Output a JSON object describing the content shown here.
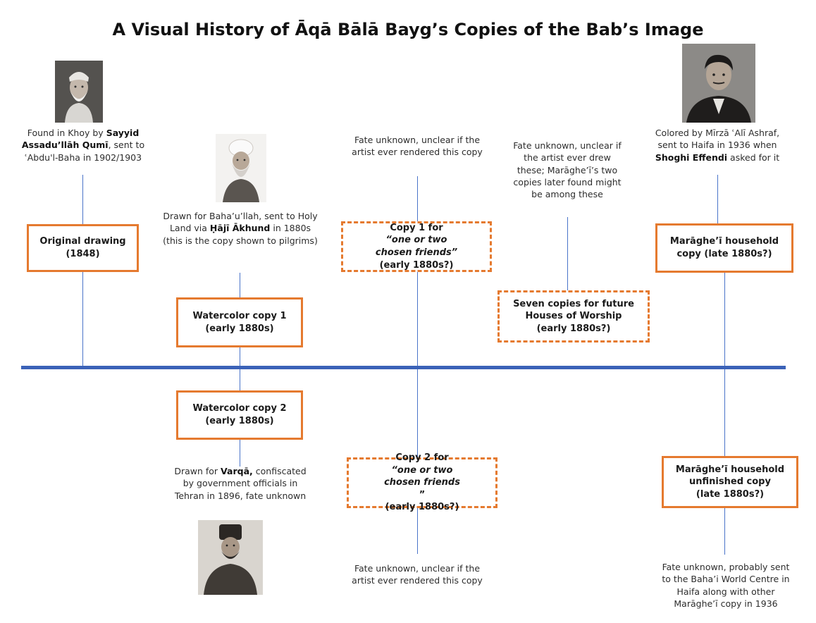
{
  "title": "A  Visual History of Āqā Bālā Bayg’s Copies of the Bab’s Image",
  "colors": {
    "box_border": "#e57a2f",
    "timeline": "#3b62b8",
    "connector": "#4a74c9"
  },
  "boxes": {
    "original": {
      "l1": "Original drawing",
      "l2": "(1848)"
    },
    "wc1": {
      "l1": "Watercolor copy 1",
      "l2": "(early 1880s)"
    },
    "wc2": {
      "l1": "Watercolor copy 2",
      "l2": "(early 1880s)"
    },
    "copy1": {
      "pre": "Copy 1  for ",
      "it1": "“one or two",
      "it2": "chosen friends”",
      "l3": "(early 1880s?)"
    },
    "copy2": {
      "pre": "Copy 2  for ",
      "it1": "“one or two",
      "it2": "chosen friends",
      "post": "”",
      "l3": "(early 1880s?)"
    },
    "seven": {
      "l1": "Seven copies for future",
      "l2": "Houses of Worship",
      "l3": "(early 1880s?)"
    },
    "maraghei1": {
      "l1": "Marāghe’ī household",
      "l2": "copy (late 1880s?)"
    },
    "maraghei2": {
      "l1": "Marāghe’ī household",
      "l2": "unfinished copy",
      "l3": "(late 1880s?)"
    }
  },
  "notes": {
    "original": {
      "l1": "Found in Khoy by ",
      "b1": "Sayyid",
      "b2": "Assadu’llāh Qumī",
      "l2": ", sent to",
      "l3": "ʿAbdu'l-Baha in 1902/1903"
    },
    "wc1": {
      "l1": "Drawn for Baha’u’llah, sent to Holy",
      "l2a": "Land via ",
      "b": "Ḥājī Ākhund",
      "l2b": " in 1880s",
      "l3": "(this is the copy shown to pilgrims)"
    },
    "copy1": {
      "l1": "Fate unknown, unclear if  the",
      "l2": "artist  ever rendered this copy"
    },
    "seven": {
      "l1": "Fate unknown, unclear if",
      "l2": "the artist  ever drew",
      "l3": "these; Marāghe’ī’s two",
      "l4": "copies later found might",
      "l5": "be among these"
    },
    "maraghei1": {
      "l1": "Colored by Mīrzā ʿAlī Ashraf,",
      "l2": "sent to Haifa in 1936 when",
      "b": "Shoghi Effendi",
      "l3": " asked for it"
    },
    "wc2": {
      "l1a": "Drawn for ",
      "b": "Varqā,",
      "l1b": " confiscated",
      "l2": "by government officials in",
      "l3": "Tehran in 1896, fate unknown"
    },
    "copy2": {
      "l1": "Fate unknown, unclear if  the",
      "l2": "artist  ever rendered this copy"
    },
    "maraghei2": {
      "l1": "Fate unknown, probably sent",
      "l2": "to the  Baha’i World Centre in",
      "l3": "Haifa  along with other",
      "l4": "Marāghe’ī copy  in 1936"
    }
  },
  "photos": {
    "p1": "portrait-elderly-man-turban",
    "p2": "portrait-bearded-man-turban",
    "p3": "portrait-young-man-suit",
    "p4": "portrait-seated-man-hat"
  }
}
